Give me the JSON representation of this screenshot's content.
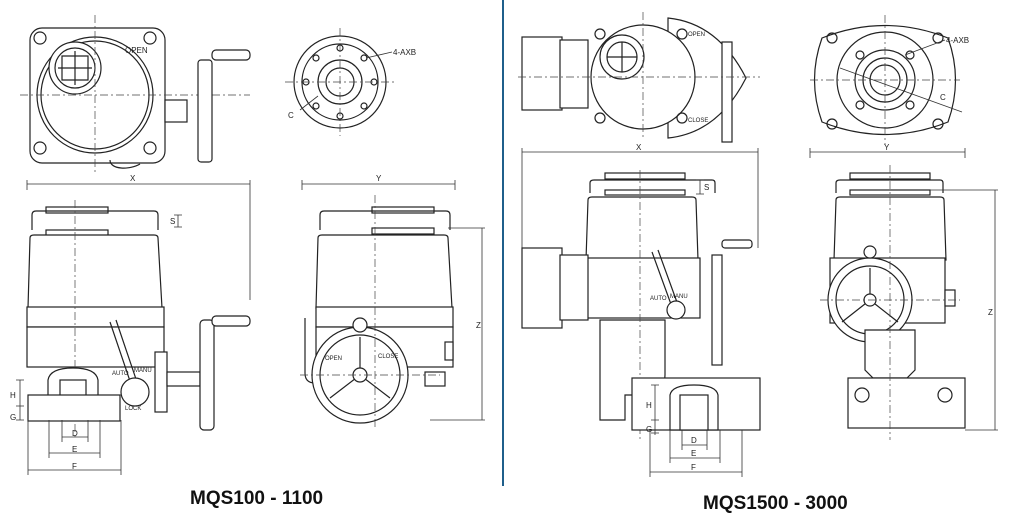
{
  "colors": {
    "divider": "#1f5f8b",
    "line": "#222222"
  },
  "left_drawing": {
    "caption": "MQS100 - 1100",
    "dims": {
      "x": "X",
      "y": "Y",
      "s": "S",
      "z": "Z",
      "h": "H",
      "g": "G",
      "d": "D",
      "e": "E",
      "f": "F",
      "c": "C",
      "axb": "4-AXB"
    },
    "markings": {
      "auto": "AUTO",
      "manu": "MANU",
      "lock": "LOCK",
      "open": "OPEN",
      "close": "CLOSE"
    }
  },
  "right_drawing": {
    "caption": "MQS1500 - 3000",
    "dims": {
      "x": "X",
      "y": "Y",
      "s": "S",
      "z": "Z",
      "h": "H",
      "g": "G",
      "d": "D",
      "e": "E",
      "f": "F",
      "c": "C",
      "axb": "4-AXB"
    },
    "markings": {
      "auto": "AUTO",
      "manu": "MANU",
      "open": "OPEN",
      "close": "CLOSE"
    }
  }
}
